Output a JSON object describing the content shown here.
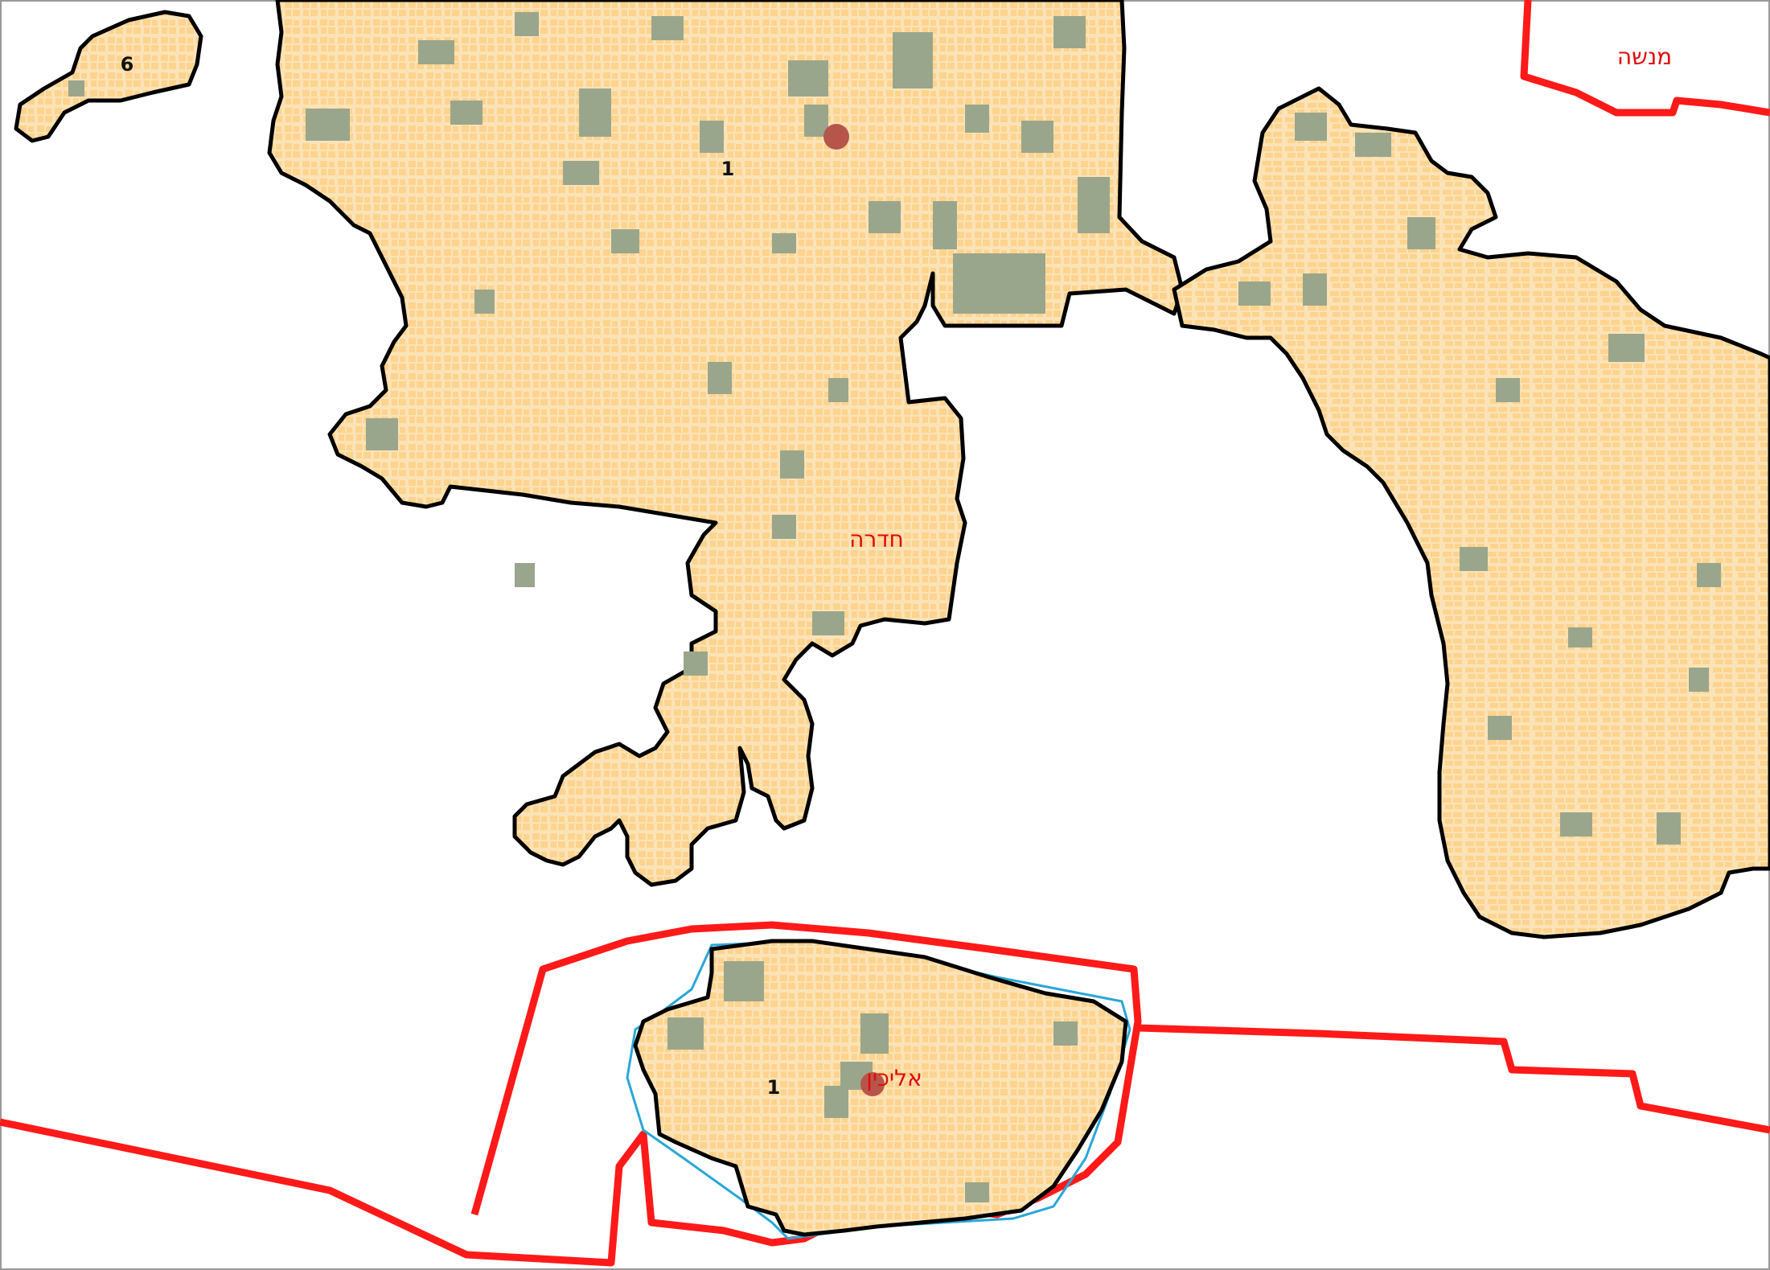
{
  "place_labels": {
    "hadera": "חדרה",
    "menashe": "מנשה",
    "elyakhin": "אליכין"
  },
  "zone_labels": {
    "hadera_center": "1",
    "northwest_cluster": "6",
    "elyakhin_center": "1"
  },
  "legend_colors": {
    "residential_building": "#fdd38d",
    "public_building": "#9aa68c",
    "buffer_outline": "#000000",
    "municipal_boundary": "#ff1a1a",
    "convex_hull": "#2aa7d8",
    "point_marker": "#b6564a"
  }
}
